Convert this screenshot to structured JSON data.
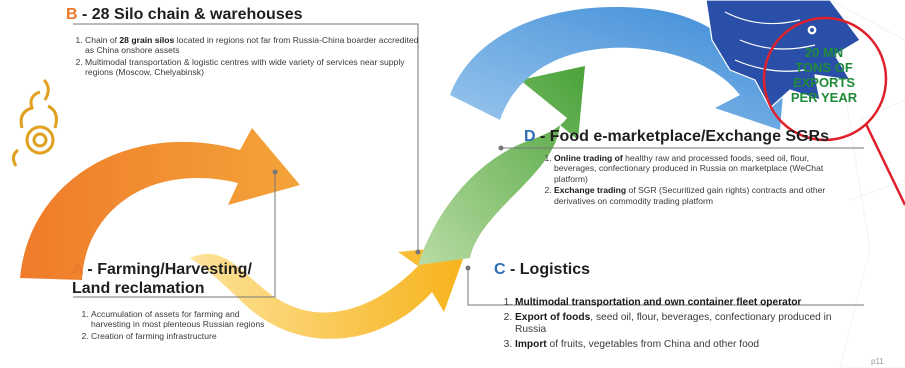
{
  "sections": {
    "b": {
      "letter": "B",
      "title": " - 28 Silo chain & warehouses",
      "items": [
        {
          "num": "1.",
          "pre": "Chain of ",
          "bold": "28 grain silos",
          "post": " located in regions not far from Russia-China boarder accredited as China onshore assets"
        },
        {
          "num": "2.",
          "pre": "Multimodal transportation & logistic centres with wide variety of services near supply regions (Moscow, Chelyabinsk)",
          "bold": "",
          "post": ""
        }
      ]
    },
    "d": {
      "letter": "D",
      "title": " - Food e-marketplace/Exchange SGRs",
      "items": [
        {
          "num": "1.",
          "pre": "",
          "bold": "Online trading of",
          "post": " healthy raw and processed foods, seed oil, flour, beverages, confectionary produced in Russia on marketplace (WeChat platform)"
        },
        {
          "num": "2.",
          "pre": "",
          "bold": "Exchange trading",
          "post": " of SGR (Securitized gain rights) contracts and other derivatives on commodity trading platform"
        }
      ]
    },
    "a": {
      "letter": "A",
      "title_line1": " - Farming/Harvesting/",
      "title_line2": "Land reclamation",
      "items": [
        {
          "num": "1.",
          "pre": "Accumulation of assets for farming and harvesting in most plenteous Russian regions",
          "bold": "",
          "post": ""
        },
        {
          "num": "2.",
          "pre": "Creation of farming infrastructure",
          "bold": "",
          "post": ""
        }
      ]
    },
    "c": {
      "letter": "C",
      "title": " - Logistics",
      "items": [
        {
          "num": "1.",
          "pre": "",
          "bold": "Multimodal transportation and own container fleet operator",
          "post": ""
        },
        {
          "num": "2.",
          "pre": "",
          "bold": "Export of foods",
          "post": ", seed oil, flour, beverages, confectionary produced in Russia"
        },
        {
          "num": "3.",
          "pre": "",
          "bold": "Import",
          "post": " of fruits, vegetables from China and other food"
        }
      ]
    }
  },
  "badge": {
    "line1": "20 MN",
    "line2": "TONS OF",
    "line3": "EXPORTS",
    "line4": "PER YEAR"
  },
  "page_number": "p11",
  "colors": {
    "orange": "#e8792a",
    "yellow": "#f6b81a",
    "green": "#6db33f",
    "blue": "#3b8fd6",
    "red": "#e0202a",
    "accent_letter": "#e8792a",
    "accent_letter_blue": "#2f6db3",
    "badge_text": "#1e8a3a",
    "dragon": "#2a4fa8"
  }
}
